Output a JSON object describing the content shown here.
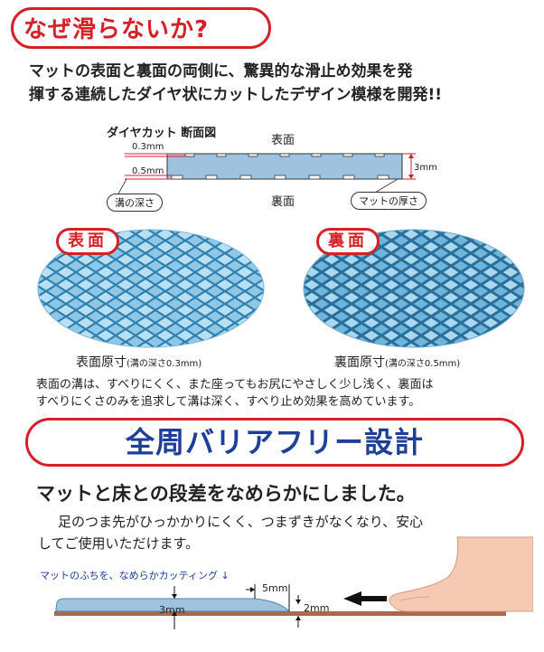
{
  "section1": {
    "title": "なぜ滑らないか?",
    "lead_line1": "マットの表面と裏面の両側に、驚異的な滑止め効果を発",
    "lead_line2": "揮する連続したダイヤ状にカットしたデザイン模様を開発!!"
  },
  "diagram": {
    "title": "ダイヤカット 断面図",
    "top_label": "表面",
    "bottom_label": "裏面",
    "dim_top": "0.3mm",
    "dim_bottom": "0.5mm",
    "dim_thickness": "3mm",
    "groove_depth_label": "溝の深さ",
    "mat_thickness_label": "マットの厚さ"
  },
  "photos": {
    "front_badge": "表面",
    "back_badge": "裏面",
    "front_caption_main": "表面原寸",
    "front_caption_sub": "(溝の深さ0.3mm)",
    "back_caption_main": "裏面原寸",
    "back_caption_sub": "(溝の深さ0.5mm)",
    "desc_line1": "表面の溝は、すべりにくく、また座ってもお尻にやさしく少し浅く、裏面は",
    "desc_line2": "すべりにくさのみを追求して溝は深く、すべり止め効果を高めています。"
  },
  "section2": {
    "title": "全周バリアフリー設計",
    "subtitle": "マットと床との段差をなめらかにしました。",
    "body_line1": "足のつま先がひっかかりにくく、つまずきがなくなり、安心",
    "body_line2": "してご使用いただけます。"
  },
  "bottom_diagram": {
    "edge_label": "マットのふちを、なめらかカッティング ↓",
    "dim_thickness": "3mm",
    "dim_width": "5mm",
    "dim_edge": "2mm"
  },
  "colors": {
    "accent_red": "#d61f26",
    "title_blue": "#1d3f9a",
    "mat_blue": "#9ec3df",
    "floor_brown": "#a86a4a"
  }
}
